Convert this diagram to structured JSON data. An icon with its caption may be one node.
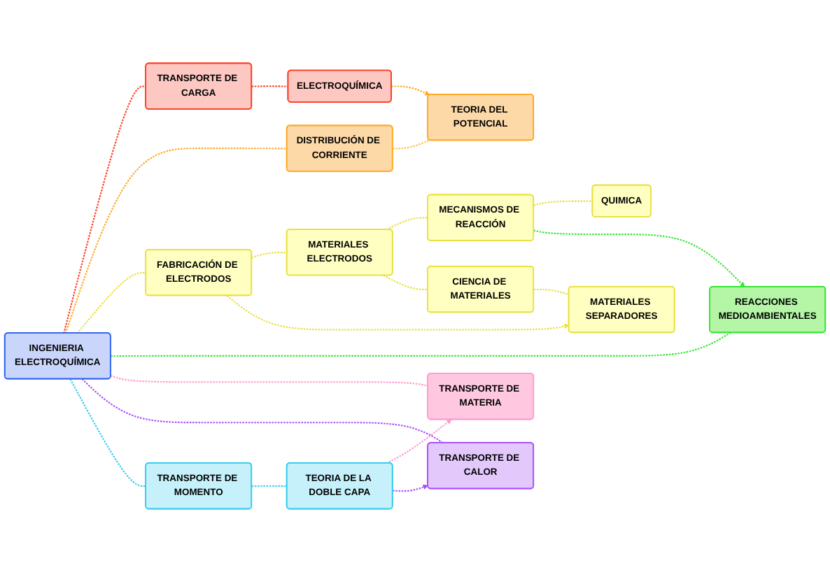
{
  "diagram": {
    "nodes": [
      {
        "text": [
          "INGENIERIA ELECTROQUÍMICA"
        ]
      },
      {
        "text": [
          "ELECTROQUÍMICA"
        ]
      },
      {
        "text": [
          "TRANSPORTE DE CARGA"
        ]
      },
      {
        "text": [
          "TEORIA DEL POTENCIAL"
        ]
      },
      {
        "text": [
          "DISTRIBUCIÓN DE CORRIENTE"
        ]
      },
      {
        "text": [
          "QUIMICA"
        ]
      },
      {
        "text": [
          "MECANISMOS DE REACCIÓN"
        ]
      },
      {
        "text": [
          "CIENCIA DE MATERIALES"
        ]
      },
      {
        "text": [
          "MATERIALES ELECTRODOS"
        ]
      },
      {
        "text": [
          "FABRICACIÓN DE ELECTRODOS"
        ]
      },
      {
        "text": [
          "MATERIALES SEPARADORES"
        ]
      },
      {
        "text": [
          "TRANSPORTE DE MATERIA"
        ]
      },
      {
        "text": [
          "TRANSPORTE DE MOMENTO"
        ]
      },
      {
        "text": [
          "REACCIONES MEDIOAMBIENTALES"
        ]
      },
      {
        "text": [
          "TRANSPORTE DE CALOR"
        ]
      },
      {
        "text": [
          "TEORIA DE LA DOBLE CAPA"
        ]
      }
    ],
    "edges": [
      {
        "from": 0,
        "to": 2,
        "arrow": "none",
        "style": "dashed",
        "color": "#ff3b1f"
      },
      {
        "from": 2,
        "to": 1,
        "arrow": "none",
        "style": "dashed",
        "color": "#ff3b1f"
      },
      {
        "from": 1,
        "to": 3,
        "arrow": "to",
        "style": "dashed",
        "color": "#ffa81f"
      },
      {
        "from": 4,
        "to": 3,
        "arrow": "none",
        "style": "dashed",
        "color": "#ffc04d"
      },
      {
        "from": 0,
        "to": 4,
        "arrow": "none",
        "style": "dashed",
        "color": "#ffa81f"
      },
      {
        "from": 0,
        "to": 9,
        "arrow": "none",
        "style": "dashed",
        "color": "#e8e040"
      },
      {
        "from": 9,
        "to": 8,
        "arrow": "none",
        "style": "dashed",
        "color": "#e8e040"
      },
      {
        "from": 8,
        "to": 6,
        "arrow": "none",
        "style": "dashed",
        "color": "#e8e040"
      },
      {
        "from": 6,
        "to": 5,
        "arrow": "none",
        "style": "dashed",
        "color": "#e8e040"
      },
      {
        "from": 8,
        "to": 7,
        "arrow": "none",
        "style": "dashed",
        "color": "#e8e040"
      },
      {
        "from": 7,
        "to": 10,
        "arrow": "none",
        "style": "dashed",
        "color": "#e8e040"
      },
      {
        "from": 9,
        "to": 10,
        "arrow": "to",
        "style": "dashed",
        "color": "#e8e040"
      },
      {
        "from": 6,
        "to": 13,
        "arrow": "to",
        "style": "dashed",
        "color": "#33e633"
      },
      {
        "from": 0,
        "to": 13,
        "arrow": "none",
        "style": "dashed",
        "color": "#33e633"
      },
      {
        "from": 0,
        "to": 11,
        "arrow": "none",
        "style": "dashed",
        "color": "#ff99cc"
      },
      {
        "from": 0,
        "to": 14,
        "arrow": "none",
        "style": "dashed",
        "color": "#a64dff"
      },
      {
        "from": 0,
        "to": 12,
        "arrow": "none",
        "style": "dashed",
        "color": "#33ccee"
      },
      {
        "from": 12,
        "to": 15,
        "arrow": "none",
        "style": "dashed",
        "color": "#33ccee"
      },
      {
        "from": 15,
        "to": 11,
        "arrow": "to",
        "style": "dashed",
        "color": "#ff99cc"
      },
      {
        "from": 15,
        "to": 14,
        "arrow": "to",
        "style": "dashed",
        "color": "#a64dff"
      }
    ]
  }
}
